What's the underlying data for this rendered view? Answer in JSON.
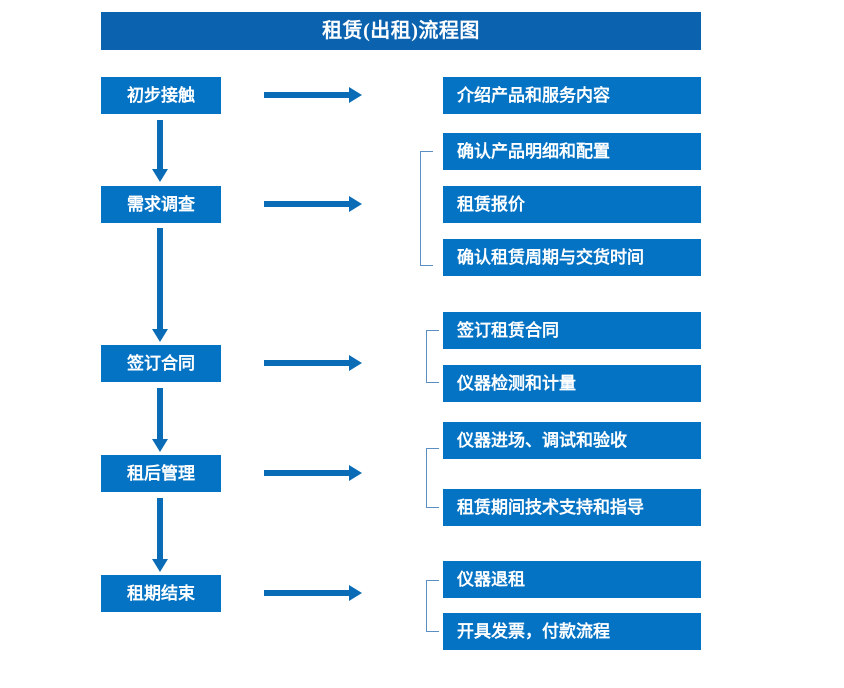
{
  "chart_data": {
    "type": "diagram",
    "title": "租赁(出租)流程图",
    "diagram_kind": "flowchart",
    "orientation": "vertical-stages-with-detail-branches",
    "stages": [
      {
        "label": "初步接触",
        "details": [
          "介绍产品和服务内容"
        ],
        "bracketed": false
      },
      {
        "label": "需求调查",
        "details": [
          "确认产品明细和配置",
          "租赁报价",
          "确认租赁周期与交货时间"
        ],
        "bracketed": true
      },
      {
        "label": "签订合同",
        "details": [
          "签订租赁合同",
          "仪器检测和计量"
        ],
        "bracketed": true
      },
      {
        "label": "租后管理",
        "details": [
          "仪器进场、调试和验收",
          "租赁期间技术支持和指导"
        ],
        "bracketed": true
      },
      {
        "label": "租期结束",
        "details": [
          "仪器退租",
          "开具发票，付款流程"
        ],
        "bracketed": true
      }
    ]
  },
  "header": {
    "title": "租赁(出租)流程图"
  },
  "colors": {
    "title_bar": "#0b63b0",
    "box_fill": "#0573c4",
    "box_text": "#ffffff",
    "arrow": "#0a6cb6",
    "bracket": "#5b8fc4",
    "background": "#ffffff"
  },
  "stages": [
    {
      "label": "初步接触"
    },
    {
      "label": "需求调查"
    },
    {
      "label": "签订合同"
    },
    {
      "label": "租后管理"
    },
    {
      "label": "租期结束"
    }
  ],
  "details": [
    {
      "label": "介绍产品和服务内容"
    },
    {
      "label": "确认产品明细和配置"
    },
    {
      "label": "租赁报价"
    },
    {
      "label": "确认租赁周期与交货时间"
    },
    {
      "label": "签订租赁合同"
    },
    {
      "label": "仪器检测和计量"
    },
    {
      "label": "仪器进场、调试和验收"
    },
    {
      "label": "租赁期间技术支持和指导"
    },
    {
      "label": "仪器退租"
    },
    {
      "label": "开具发票，付款流程"
    }
  ]
}
